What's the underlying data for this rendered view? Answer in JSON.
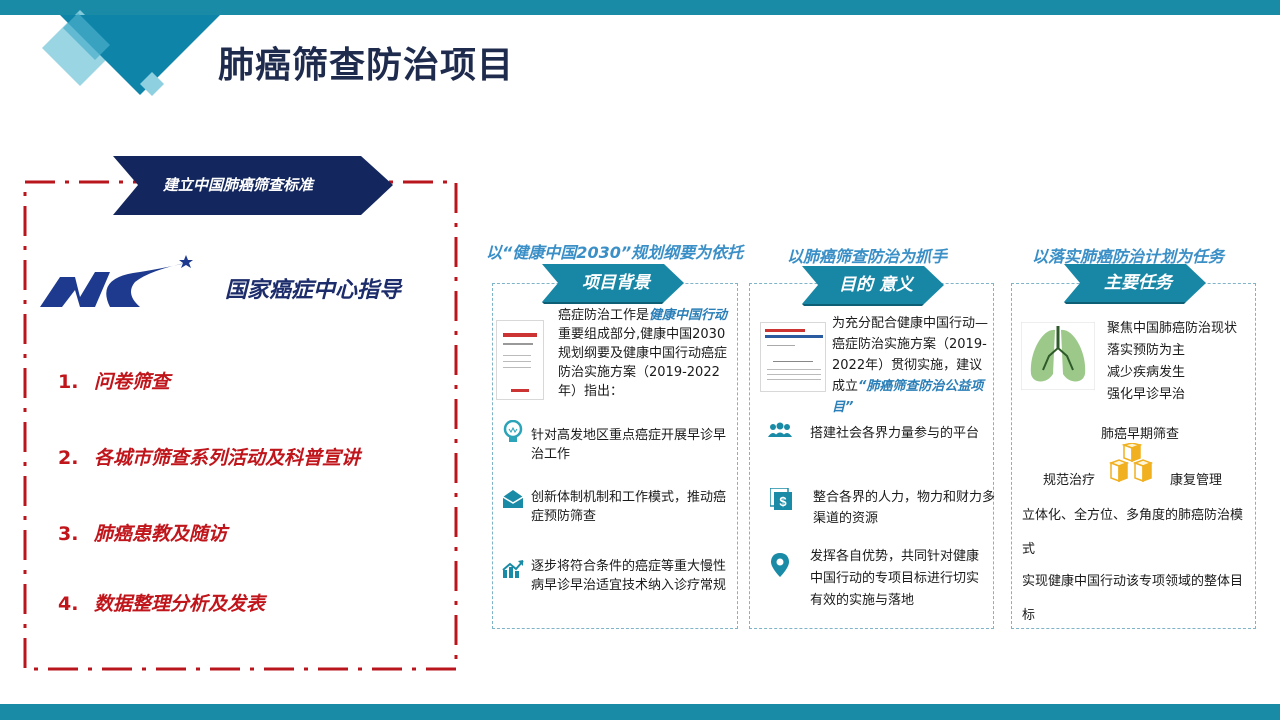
{
  "header": {
    "title": "肺癌筛查防治项目"
  },
  "left_panel": {
    "banner": "建立中国肺癌筛查标准",
    "guide": "国家癌症中心指导",
    "items": [
      {
        "num": "1.",
        "label": "问卷筛查"
      },
      {
        "num": "2.",
        "label": "各城市筛查系列活动及科普宣讲"
      },
      {
        "num": "3.",
        "label": "肺癌患教及随访"
      },
      {
        "num": "4.",
        "label": "数据整理分析及发表"
      }
    ]
  },
  "columns": [
    {
      "caption": "以“健康中国2030”规划纲要为依托",
      "tag": "项目背景",
      "intro_plain": "癌症防治工作是",
      "intro_hl": "健康中国行动",
      "intro_rest": "重要组成部分,健康中国2030规划纲要及健康中国行动癌症防治实施方案（2019-2022年）指出：",
      "points": [
        {
          "icon": "lightbulb-icon",
          "text": "针对高发地区重点癌症开展早诊早治工作"
        },
        {
          "icon": "envelope-icon",
          "text": "创新体制机制和工作模式，推动癌症预防筛查"
        },
        {
          "icon": "growth-chart-icon",
          "text": "逐步将符合条件的癌症等重大慢性病早诊早治适宜技术纳入诊疗常规"
        }
      ]
    },
    {
      "caption": "以肺癌筛查防治为抓手",
      "tag": "目的 意义",
      "intro_plain": "为充分配合健康中国行动—癌症防治实施方案（2019-2022年）贯彻实施，建议成立",
      "intro_hl": "“肺癌筛查防治公益项目”",
      "points": [
        {
          "icon": "people-icon",
          "text": "搭建社会各界力量参与的平台"
        },
        {
          "icon": "dollar-icon",
          "text": "整合各界的人力，物力和财力多渠道的资源"
        },
        {
          "icon": "location-pin-icon",
          "text": "发挥各自优势，共同针对健康中国行动的专项目标进行切实有效的实施与落地"
        }
      ]
    },
    {
      "caption": "以落实肺癌防治计划为任务",
      "tag": "主要任务",
      "tasks": [
        "聚焦中国肺癌防治现状",
        "落实预防为主",
        "减少疾病发生",
        "强化早诊早治"
      ],
      "cube_top": "肺癌早期筛查",
      "cube_left": "规范治疗",
      "cube_right": "康复管理",
      "summary_1": "立体化、全方位、多角度的肺癌防治模式",
      "summary_2": "实现健康中国行动该专项领域的整体目标"
    }
  ],
  "colors": {
    "teal": "#1a8ba6",
    "navy": "#1f2b4d",
    "red": "#c0151b",
    "caption_blue": "#3a8fc7",
    "cube_gold": "#f0b020"
  }
}
